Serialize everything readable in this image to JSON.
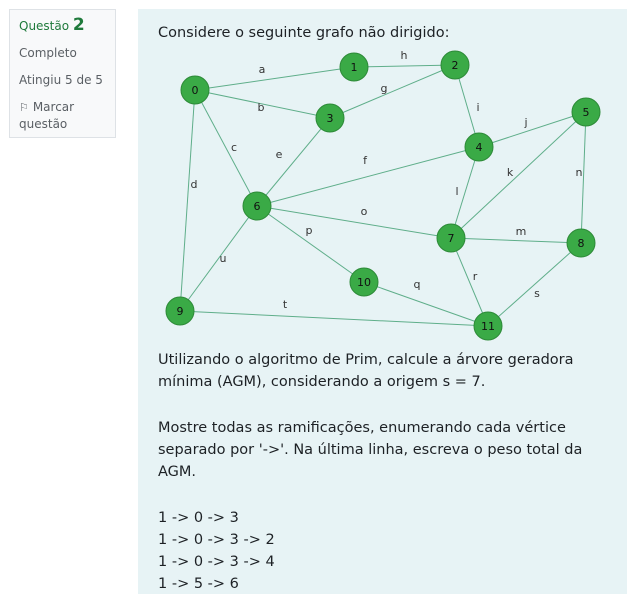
{
  "question_info": {
    "label": "Questão",
    "number": "2",
    "status": "Completo",
    "grade": "Atingiu 5 de 5",
    "flag_label": "Marcar questão",
    "flag_icon": "flag-icon"
  },
  "question": {
    "intro": "Considere o seguinte grafo não dirigido:",
    "task": "Utilizando o algoritmo de Prim, calcule a árvore geradora mínima (AGM), considerando a origem s = 7.",
    "instructions": "Mostre todas as ramificações, enumerando cada vértice separado por '->'. Na última linha, escreva o peso total da AGM.",
    "answer_lines": [
      "1 -> 0 -> 3",
      "1 -> 0 -> 3 -> 2",
      "1 -> 0 -> 3 -> 4",
      "1 -> 5 -> 6"
    ]
  },
  "graph": {
    "node_color": "#3aaa46",
    "edge_color": "#5fae8a",
    "nodes": [
      "0",
      "1",
      "2",
      "3",
      "4",
      "5",
      "6",
      "7",
      "8",
      "9",
      "10",
      "11"
    ],
    "edges": [
      {
        "label": "a",
        "from": "0",
        "to": "1"
      },
      {
        "label": "h",
        "from": "1",
        "to": "2"
      },
      {
        "label": "b",
        "from": "0",
        "to": "3"
      },
      {
        "label": "g",
        "from": "3",
        "to": "2"
      },
      {
        "label": "i",
        "from": "2",
        "to": "4"
      },
      {
        "label": "j",
        "from": "4",
        "to": "5"
      },
      {
        "label": "c",
        "from": "0",
        "to": "6"
      },
      {
        "label": "d",
        "from": "0",
        "to": "9"
      },
      {
        "label": "e",
        "from": "3",
        "to": "6"
      },
      {
        "label": "f",
        "from": "6",
        "to": "4"
      },
      {
        "label": "k",
        "from": "5",
        "to": "7"
      },
      {
        "label": "n",
        "from": "5",
        "to": "8"
      },
      {
        "label": "l",
        "from": "4",
        "to": "7"
      },
      {
        "label": "o",
        "from": "6",
        "to": "7"
      },
      {
        "label": "m",
        "from": "7",
        "to": "8"
      },
      {
        "label": "p",
        "from": "6",
        "to": "10"
      },
      {
        "label": "u",
        "from": "6",
        "to": "9"
      },
      {
        "label": "q",
        "from": "10",
        "to": "11"
      },
      {
        "label": "r",
        "from": "7",
        "to": "11"
      },
      {
        "label": "s",
        "from": "8",
        "to": "11"
      },
      {
        "label": "t",
        "from": "9",
        "to": "11"
      }
    ]
  }
}
